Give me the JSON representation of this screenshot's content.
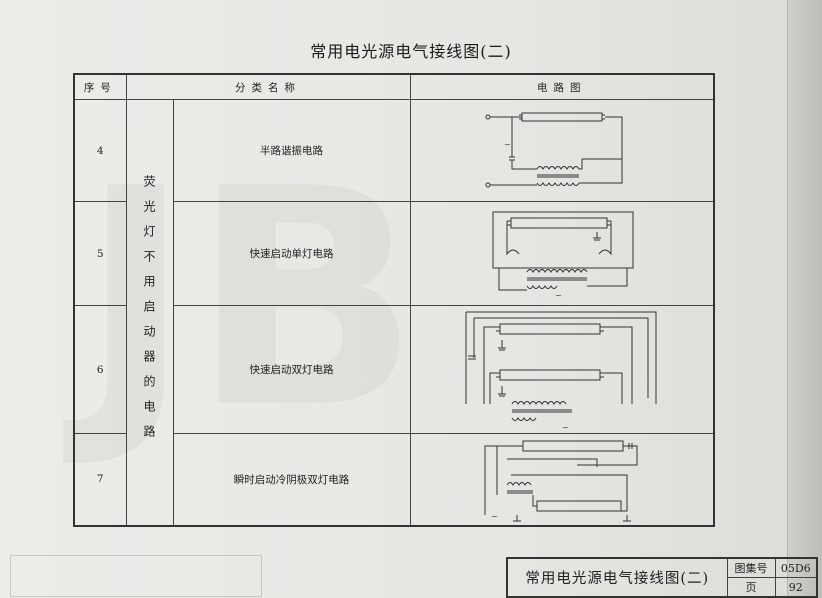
{
  "title": "常用电光源电气接线图(二)",
  "table": {
    "headers": [
      "序号",
      "分类名称",
      "电路图"
    ],
    "category": "荧光灯不用启动器的电路",
    "rows": [
      {
        "no": "4",
        "name": "半路谐振电路",
        "diagram_icon": "resonant-circuit-diagram"
      },
      {
        "no": "5",
        "name": "快速启动单灯电路",
        "diagram_icon": "rapid-start-single-lamp-diagram"
      },
      {
        "no": "6",
        "name": "快速启动双灯电路",
        "diagram_icon": "rapid-start-dual-lamp-diagram"
      },
      {
        "no": "7",
        "name": "瞬时启动冷阴极双灯电路",
        "diagram_icon": "instant-start-cold-cathode-dual-lamp-diagram"
      }
    ]
  },
  "title_block": {
    "title": "常用电光源电气接线图(二)",
    "atlas_label": "图集号",
    "atlas_value": "05D6",
    "page_label": "页",
    "page_value": "92"
  },
  "colors": {
    "ink": "#222222",
    "paper": "#e9e9e6",
    "bleed": "#cfcfcb"
  }
}
